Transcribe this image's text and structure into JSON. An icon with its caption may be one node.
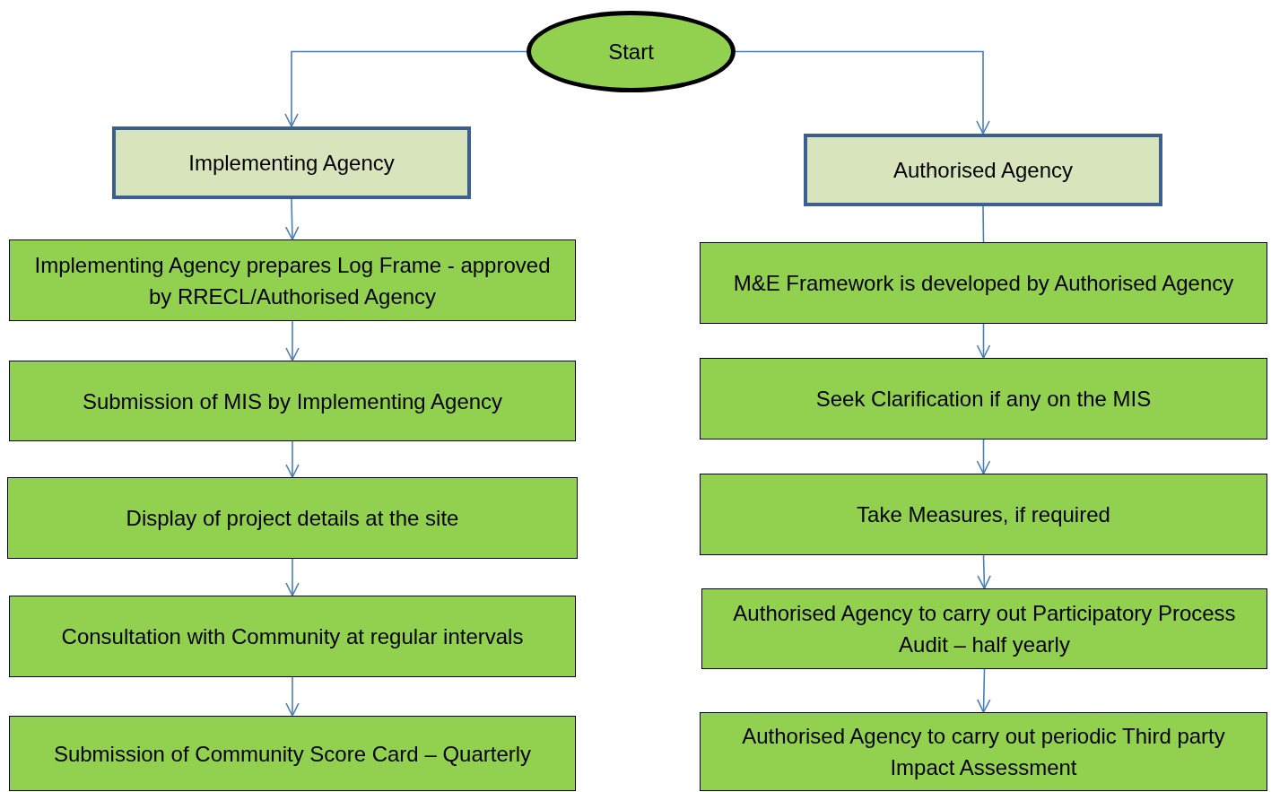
{
  "diagram": {
    "nodes": [
      {
        "text": [
          "Start"
        ]
      },
      {
        "text": [
          "Implementing Agency"
        ]
      },
      {
        "text": [
          "Authorised Agency"
        ]
      },
      {
        "text": [
          "Implementing Agency prepares Log Frame - approved by RRECL/Authorised Agency"
        ]
      },
      {
        "text": [
          "Submission of MIS by Implementing Agency"
        ]
      },
      {
        "text": [
          "Display of project details at the site"
        ]
      },
      {
        "text": [
          "Consultation with Community at regular intervals"
        ]
      },
      {
        "text": [
          "Submission of Community Score Card – Quarterly"
        ]
      },
      {
        "text": [
          "M&E Framework is developed by Authorised Agency"
        ]
      },
      {
        "text": [
          "Seek Clarification if any on the MIS"
        ]
      },
      {
        "text": [
          "Take Measures, if required"
        ]
      },
      {
        "text": [
          "Authorised Agency to carry out Participatory Process Audit – half yearly"
        ]
      },
      {
        "text": [
          "Authorised Agency to carry out periodic Third party Impact Assessment"
        ]
      }
    ],
    "edges": [
      {
        "from": 0,
        "to": 1,
        "arrow": "to"
      },
      {
        "from": 0,
        "to": 2,
        "arrow": "to"
      },
      {
        "from": 1,
        "to": 3,
        "arrow": "to"
      },
      {
        "from": 3,
        "to": 4,
        "arrow": "to"
      },
      {
        "from": 4,
        "to": 5,
        "arrow": "to"
      },
      {
        "from": 5,
        "to": 6,
        "arrow": "to"
      },
      {
        "from": 6,
        "to": 7,
        "arrow": "to"
      },
      {
        "from": 2,
        "to": 8,
        "arrow": "none"
      },
      {
        "from": 8,
        "to": 9,
        "arrow": "to"
      },
      {
        "from": 9,
        "to": 10,
        "arrow": "to"
      },
      {
        "from": 10,
        "to": 11,
        "arrow": "to"
      },
      {
        "from": 11,
        "to": 12,
        "arrow": "to"
      }
    ]
  }
}
